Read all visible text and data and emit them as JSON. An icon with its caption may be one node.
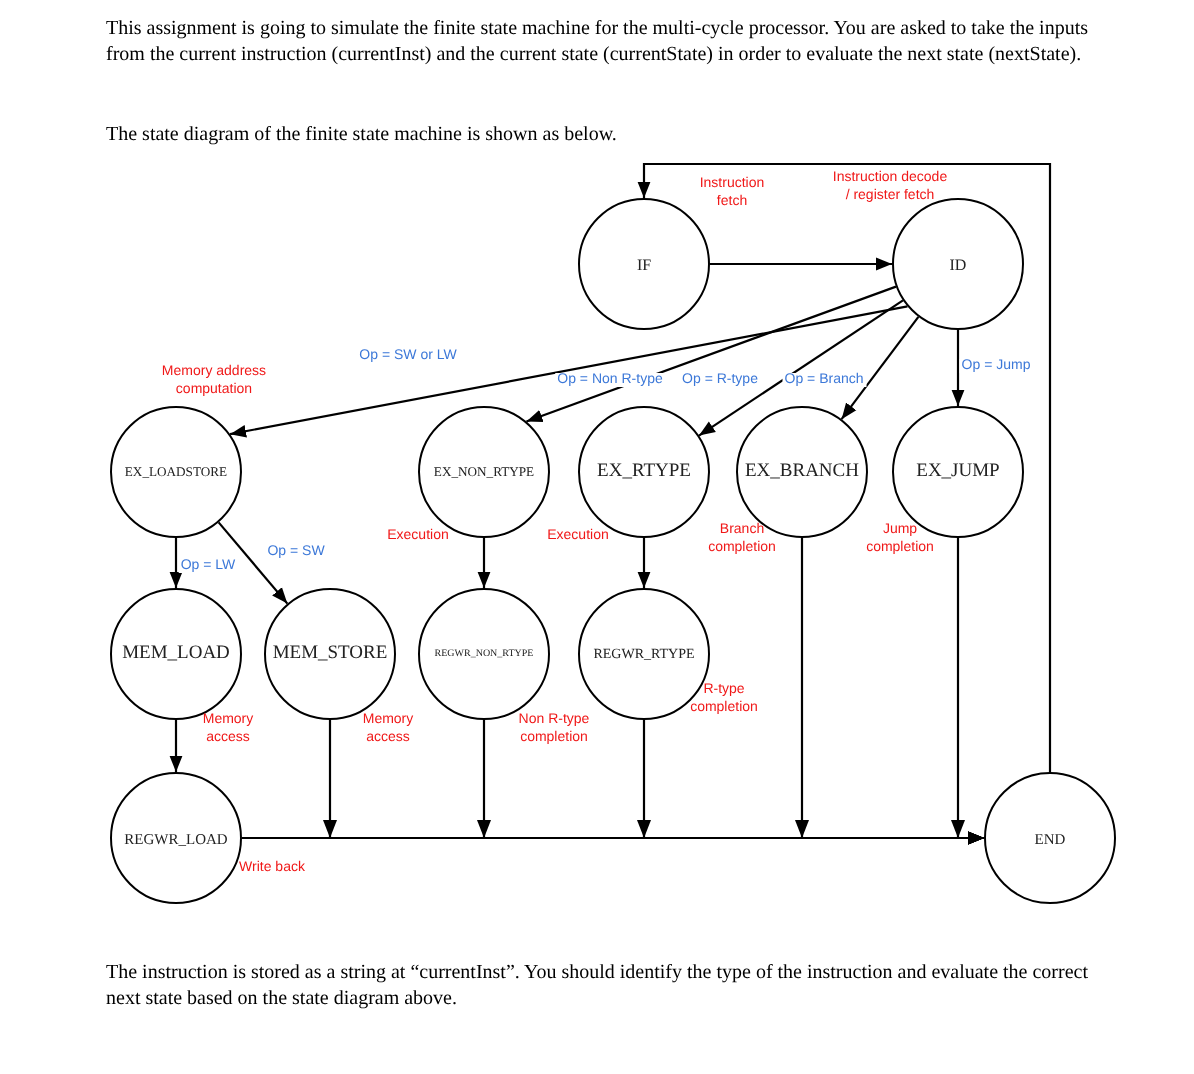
{
  "diagram": {
    "nodes": [
      {
        "text": [
          "IF"
        ],
        "beside": [
          "Instruction fetch"
        ]
      },
      {
        "text": [
          "ID"
        ],
        "beside": [
          "Instruction decode / register fetch"
        ]
      },
      {
        "text": [
          "EX_LOADSTORE"
        ],
        "beside": [
          "Memory address computation"
        ]
      },
      {
        "text": [
          "EX_NON_RTYPE"
        ],
        "beside": [
          "Execution"
        ]
      },
      {
        "text": [
          "EX_RTYPE"
        ],
        "beside": [
          "Execution"
        ]
      },
      {
        "text": [
          "EX_BRANCH"
        ],
        "beside": [
          "Branch completion"
        ]
      },
      {
        "text": [
          "EX_JUMP"
        ],
        "beside": [
          "Jump completion"
        ]
      },
      {
        "text": [
          "MEM_LOAD"
        ],
        "beside": [
          "Memory access"
        ]
      },
      {
        "text": [
          "MEM_STORE"
        ],
        "beside": [
          "Memory access"
        ]
      },
      {
        "text": [
          "REGWR_NON_RTYPE"
        ],
        "beside": [
          "Non R-type completion"
        ]
      },
      {
        "text": [
          "REGWR_RTYPE"
        ],
        "beside": [
          "R-type completion"
        ]
      },
      {
        "text": [
          "REGWR_LOAD"
        ],
        "beside": [
          "Write back"
        ]
      },
      {
        "text": [
          "END"
        ]
      }
    ],
    "edges": [
      {
        "from": 0,
        "to": 1,
        "arrow": "to"
      },
      {
        "from": 1,
        "to": 2,
        "arrow": "to",
        "label": "Op = SW or LW"
      },
      {
        "from": 1,
        "to": 3,
        "arrow": "to",
        "label": "Op = Non R-type"
      },
      {
        "from": 1,
        "to": 4,
        "arrow": "to",
        "label": "Op = R-type"
      },
      {
        "from": 1,
        "to": 5,
        "arrow": "to",
        "label": "Op = Branch"
      },
      {
        "from": 1,
        "to": 6,
        "arrow": "to",
        "label": "Op = Jump"
      },
      {
        "from": 2,
        "to": 7,
        "arrow": "to",
        "label": "Op = LW"
      },
      {
        "from": 2,
        "to": 8,
        "arrow": "to",
        "label": "Op = SW"
      },
      {
        "from": 3,
        "to": 9,
        "arrow": "to"
      },
      {
        "from": 4,
        "to": 10,
        "arrow": "to"
      },
      {
        "from": 7,
        "to": 11,
        "arrow": "to"
      },
      {
        "from": 11,
        "to": 12,
        "arrow": "to"
      },
      {
        "from": 8,
        "to": 12,
        "arrow": "to"
      },
      {
        "from": 9,
        "to": 12,
        "arrow": "to"
      },
      {
        "from": 10,
        "to": 12,
        "arrow": "to"
      },
      {
        "from": 5,
        "to": 12,
        "arrow": "to"
      },
      {
        "from": 6,
        "to": 12,
        "arrow": "to"
      },
      {
        "from": 12,
        "to": 0,
        "arrow": "to"
      }
    ],
    "labels": [
      "This assignment is going to simulate the finite state machine for the multi-cycle processor. You are asked to take the inputs from the current instruction (currentInst) and the current state (currentState) in order to evaluate the next state (nextState).",
      "The state diagram of the finite state machine is shown as below.",
      "The instruction is stored as a string at “currentInst”. You should identify the type of the instruction and evaluate the correct next state based on the state diagram above."
    ]
  }
}
